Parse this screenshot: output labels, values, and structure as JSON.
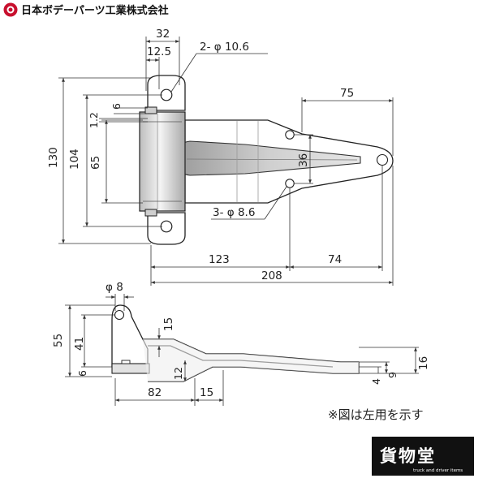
{
  "header": {
    "maker_name": "日本ボデーパーツ工業株式会社"
  },
  "front_view": {
    "dims": {
      "d32": "32",
      "d12_5": "12.5",
      "d2phi": "2- φ 10.6",
      "d75": "75",
      "d6": "6",
      "d1_2": "1.2",
      "d130": "130",
      "d104": "104",
      "d65": "65",
      "d36": "36",
      "d3phi": "3- φ 8.6",
      "d123": "123",
      "d74": "74",
      "d208": "208"
    }
  },
  "side_view": {
    "dims": {
      "dphi8": "φ 8",
      "d55": "55",
      "d41": "41",
      "d6": "6",
      "d15a": "15",
      "d12": "12",
      "d16": "16",
      "d9": "9",
      "d4": "4",
      "d82": "82",
      "d15b": "15"
    }
  },
  "note": {
    "text": "※図は左用を示す"
  },
  "logo": {
    "name": "貨物堂",
    "tagline": "truck and driver items"
  }
}
